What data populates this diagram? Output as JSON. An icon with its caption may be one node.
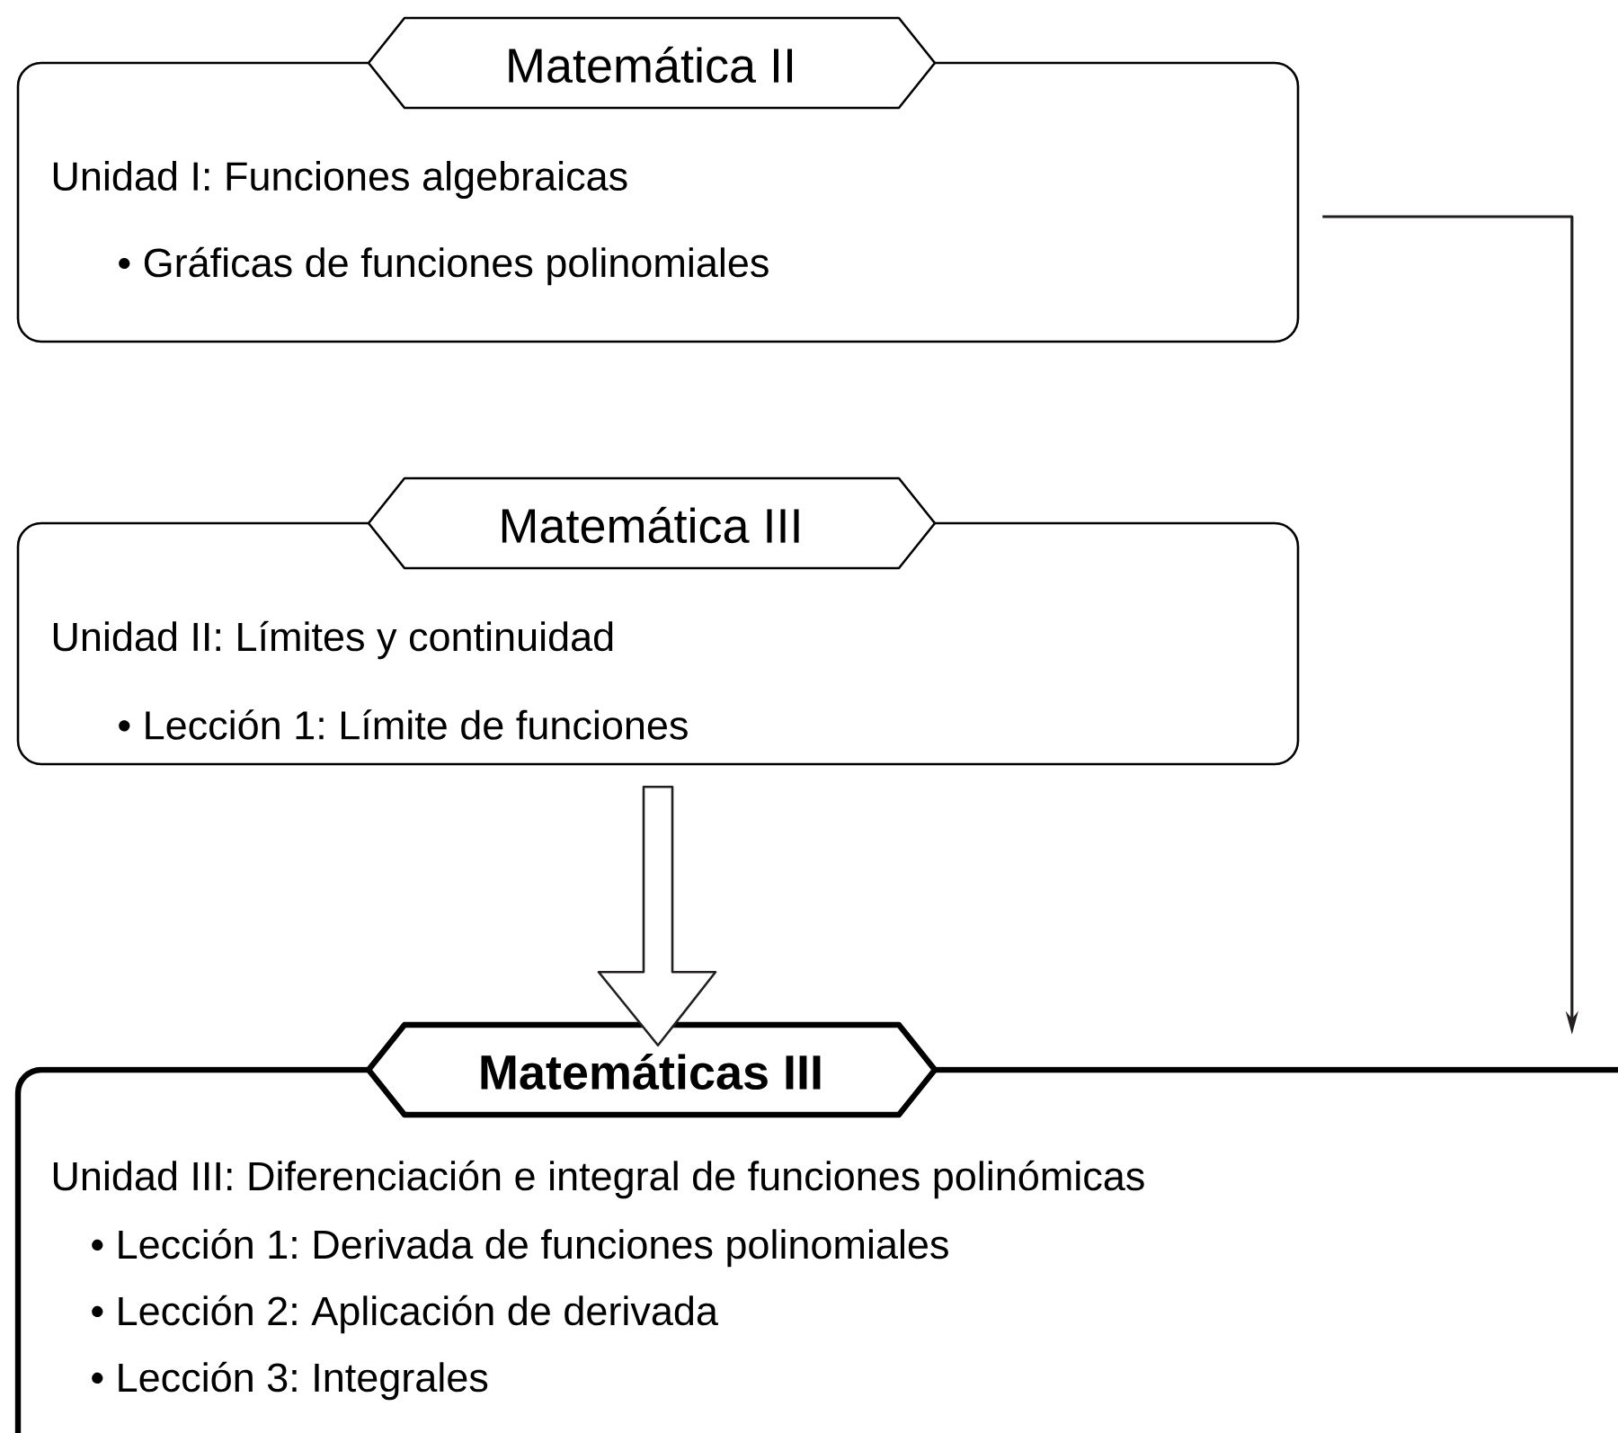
{
  "diagram": {
    "nodes": [
      {
        "text": [
          "Matemática II",
          "Unidad I: Funciones algebraicas",
          "• Gráficas de funciones polinomiales"
        ]
      },
      {
        "text": [
          "Matemática III",
          "Unidad II: Límites y continuidad",
          "• Lección 1: Límite de funciones"
        ]
      },
      {
        "text": [
          "Matemáticas III",
          "Unidad III: Diferenciación e integral de funciones polinómicas",
          "• Lección 1: Derivada de funciones polinomiales",
          "• Lección 2: Aplicación de derivada",
          "• Lección 3: Integrales"
        ]
      }
    ],
    "edges": [
      {
        "from": 0,
        "to": 2,
        "arrow": "to"
      },
      {
        "from": 1,
        "to": 2,
        "arrow": "to"
      }
    ]
  }
}
